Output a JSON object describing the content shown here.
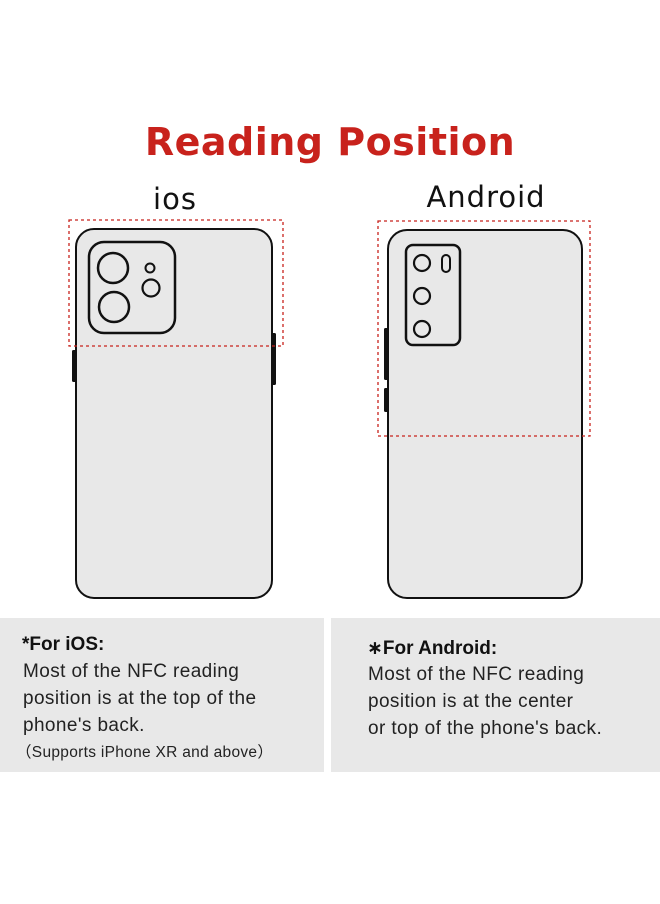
{
  "title": "Reading Position",
  "ios": {
    "label": "ios",
    "heading": "*For iOS:",
    "lines": [
      "Most of the NFC reading",
      "position is at the top of the",
      "phone's back."
    ],
    "note": "（Supports iPhone XR and above）"
  },
  "android": {
    "label": "Android",
    "heading": "∗For Android:",
    "lines": [
      "Most of the NFC reading",
      "position is at the center",
      "or top of the phone's back."
    ]
  },
  "colors": {
    "title": "#c8221c",
    "highlight_dashes": "#c8221c",
    "phone_fill": "#e8e8e8",
    "panel_fill": "#e8e8e8"
  }
}
